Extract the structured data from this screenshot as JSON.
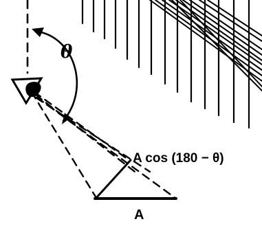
{
  "diagram": {
    "labels": {
      "angle": "θ",
      "projected_area": "A cos (180 − θ)",
      "area": "A"
    },
    "colors": {
      "ink": "#000000",
      "background": "#ffffff"
    },
    "icons": {
      "observer": "eye-icon"
    }
  }
}
